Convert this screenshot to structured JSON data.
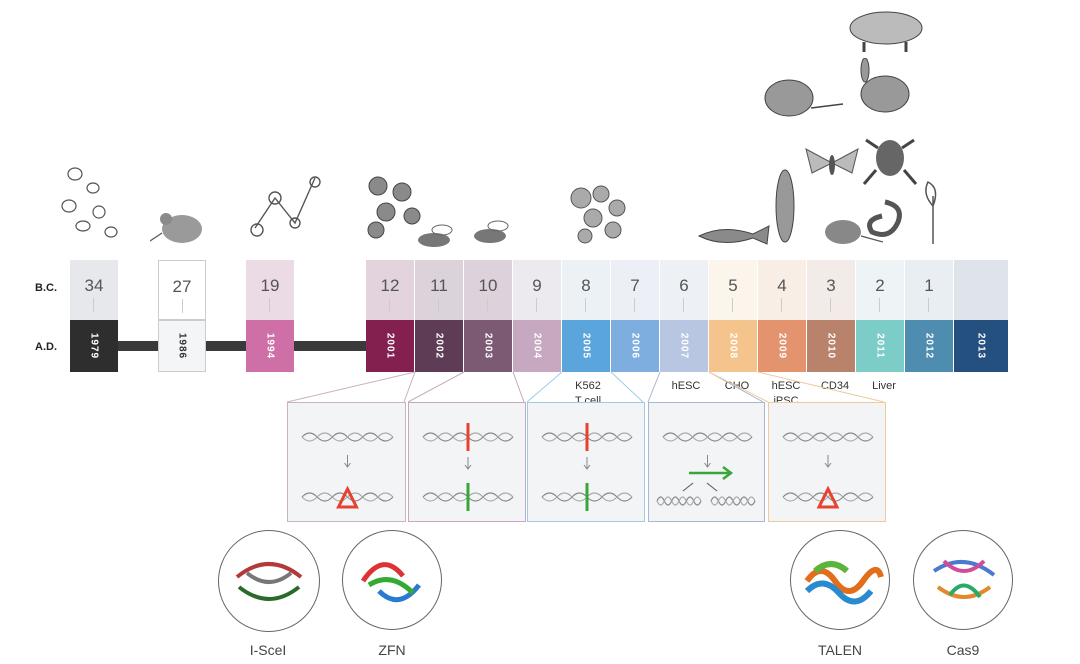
{
  "row_labels": {
    "bc": "B.C.",
    "ad": "A.D."
  },
  "timeline": [
    {
      "bc": "34",
      "year": "1979",
      "color": "#2e2e2e",
      "text_color": "#ffffff"
    },
    {
      "bc": "27",
      "year": "1986",
      "color": "#f4f5f7",
      "text_color": "#333333"
    },
    {
      "bc": "19",
      "year": "1994",
      "color": "#cf6fa8",
      "text_color": "#ffffff"
    },
    {
      "bc": "12",
      "year": "2001",
      "color": "#84204f",
      "text_color": "#ffffff"
    },
    {
      "bc": "11",
      "year": "2002",
      "color": "#5e3c55",
      "text_color": "#ffffff"
    },
    {
      "bc": "10",
      "year": "2003",
      "color": "#7c5a74",
      "text_color": "#ffffff"
    },
    {
      "bc": "9",
      "year": "2004",
      "color": "#c6a8c0",
      "text_color": "#ffffff"
    },
    {
      "bc": "8",
      "year": "2005",
      "color": "#5aa6dc",
      "text_color": "#ffffff"
    },
    {
      "bc": "7",
      "year": "2006",
      "color": "#7eaee0",
      "text_color": "#ffffff"
    },
    {
      "bc": "6",
      "year": "2007",
      "color": "#b9c6e2",
      "text_color": "#ffffff"
    },
    {
      "bc": "5",
      "year": "2008",
      "color": "#f4c48c",
      "text_color": "#ffffff"
    },
    {
      "bc": "4",
      "year": "2009",
      "color": "#e3946e",
      "text_color": "#ffffff"
    },
    {
      "bc": "3",
      "year": "2010",
      "color": "#b8836a",
      "text_color": "#ffffff"
    },
    {
      "bc": "2",
      "year": "2011",
      "color": "#7ccdc8",
      "text_color": "#ffffff"
    },
    {
      "bc": "1",
      "year": "2012",
      "color": "#4e8cb0",
      "text_color": "#ffffff"
    },
    {
      "bc": "",
      "year": "2013",
      "color": "#23507e",
      "text_color": "#ffffff"
    }
  ],
  "cell_labels": {
    "k562": "K562",
    "tcell": "T cell",
    "hesc1": "hESC",
    "cho": "CHO",
    "hesc2": "hESC",
    "ipsc": "iPSC",
    "cd34": "CD34",
    "liver": "Liver"
  },
  "arrow_color_down": "#888888",
  "mark_colors": {
    "red": "#e8412f",
    "green": "#3aa53a"
  },
  "proteins": [
    {
      "name": "I-SceI"
    },
    {
      "name": "ZFN"
    },
    {
      "name": "TALEN"
    },
    {
      "name": "Cas9"
    }
  ]
}
